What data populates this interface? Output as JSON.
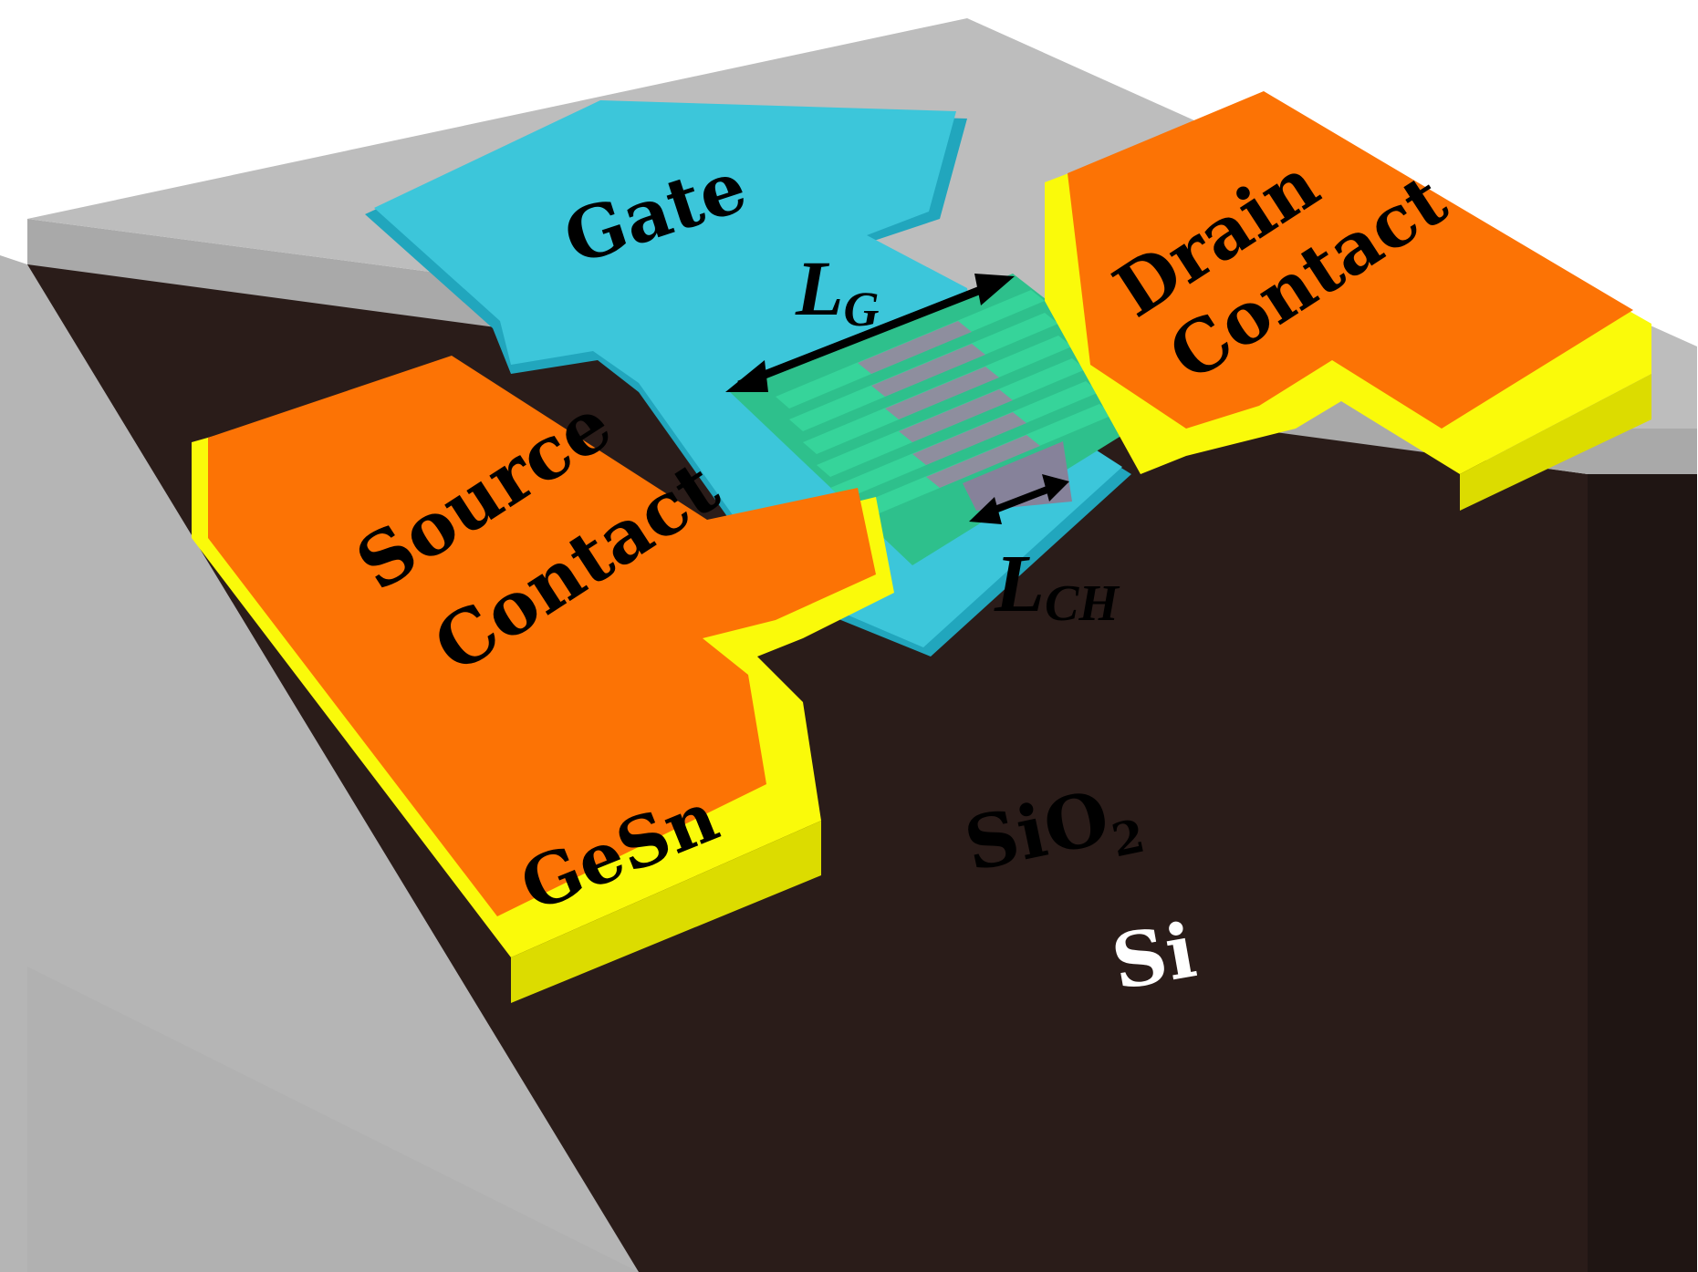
{
  "labels": {
    "gate": "Gate",
    "drain_line1": "Drain",
    "drain_line2": "Contact",
    "source_line1": "Source",
    "source_line2": "Contact",
    "gesn": "GeSn",
    "sio2_main": "SiO",
    "sio2_sub": "2",
    "si": "Si",
    "lg_main": "L",
    "lg_sub": "G",
    "lch_main": "L",
    "lch_sub": "CH"
  },
  "colors": {
    "substrate_top": "#b9b9b9",
    "substrate_front": "#2a1c19",
    "substrate_side": "#1f1513",
    "oxide_edge": "#a9a9a9",
    "gate": "#39c3d7",
    "gate_edge": "#21a6bd",
    "contact": "#fc7305",
    "gesn": "#fafa0a",
    "gesn_side": "#dcdc00",
    "channel_green": "#36d49a",
    "channel_gray": "#8e8e9e",
    "arrow": "#000000"
  }
}
